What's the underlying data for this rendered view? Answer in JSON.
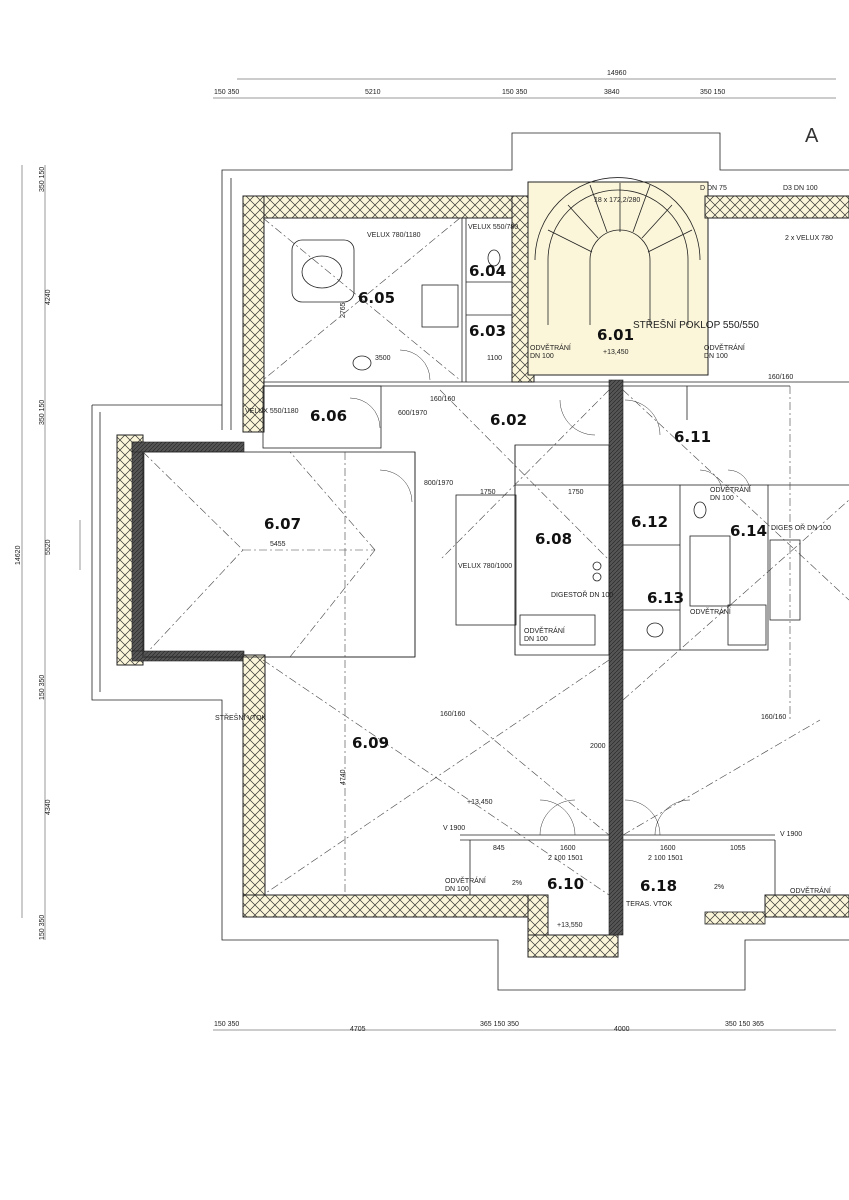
{
  "rooms": {
    "r601": "6.01",
    "r602": "6.02",
    "r603": "6.03",
    "r604": "6.04",
    "r605": "6.05",
    "r606": "6.06",
    "r607": "6.07",
    "r608": "6.08",
    "r609": "6.09",
    "r610": "6.10",
    "r611": "6.11",
    "r612": "6.12",
    "r613": "6.13",
    "r614": "6.14",
    "r618": "6.18"
  },
  "dims": {
    "top_total": "14960",
    "top_a": "150 350",
    "top_b": "5210",
    "top_c": "150 350",
    "top_d": "3840",
    "top_e": "350 150",
    "bot_a": "150 350",
    "bot_b": "4705",
    "bot_c": "365 150 350",
    "bot_d": "4000",
    "bot_e": "350 150 365",
    "left_a": "350 150",
    "left_b": "4240",
    "left_c": "350 150",
    "left_d": "5520",
    "left_e": "150 350",
    "left_f": "4340",
    "left_g": "150 350",
    "left_total": "14620",
    "d_2000": "2000",
    "d_1750a": "1750",
    "d_1750b": "1750",
    "d_5455": "5455",
    "d_3500": "3500",
    "d_1100": "1100",
    "d_1600a": "1600",
    "d_1600b": "1600",
    "d_1055": "1055",
    "d_845": "845",
    "d_4740": "4740",
    "d_2765": "2765"
  },
  "labels": {
    "velux1": "VELUX 780/1180",
    "velux2": "VELUX 550/780",
    "velux3": "VELUX 550/1180",
    "velux4": "VELUX 780/1000",
    "velux5": "2 x VELUX 780",
    "stresni_poklop": "STŘEŠNÍ POKLOP 550/550",
    "stair": "18 x 172,2/280",
    "odvetrani1": "ODVĚTRÁNÍ",
    "odvetrani2": "DN 100",
    "digestor": "DIGESTOŘ DN 100",
    "digestor2": "DIGES OŘ DN 100",
    "level1": "+13,450",
    "level2": "+13,450",
    "level3": "+13,550",
    "opening1": "160/160",
    "opening2": "160/160",
    "opening3": "160/160",
    "opening4": "160/160",
    "vtok": "STŘEŠNÍ VTOK",
    "teras_vtok": "TERAS. VTOK",
    "pct1": "2%",
    "pct2": "2%",
    "d_dn75": "D DN 75",
    "d3_dn100": "D3 DN 100",
    "corner_letter": "A",
    "door1": "600/1970",
    "door2": "800/1970",
    "door3": "2 100 1501",
    "door4": "2 100 1501",
    "v1900a": "V 1900",
    "v1900b": "V 1900"
  }
}
